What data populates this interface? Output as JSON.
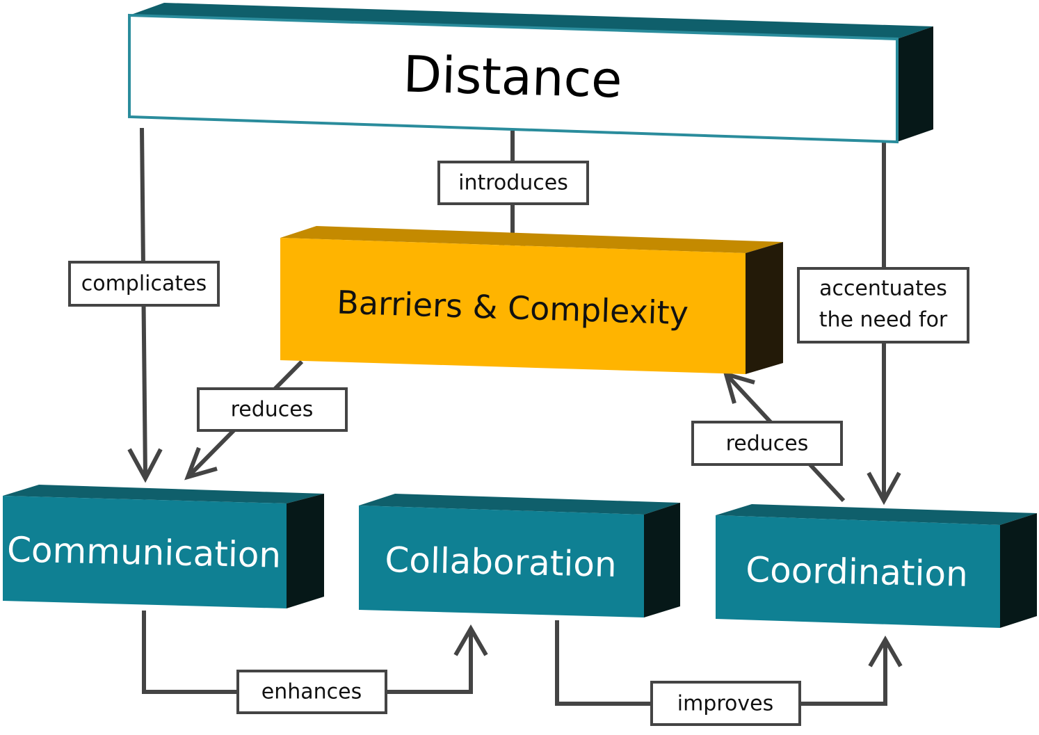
{
  "nodes": {
    "distance": {
      "label": "Distance"
    },
    "barriers": {
      "label": "Barriers & Complexity"
    },
    "communication": {
      "label": "Communication"
    },
    "collaboration": {
      "label": "Collaboration"
    },
    "coordination": {
      "label": "Coordination"
    }
  },
  "edges": {
    "introduces": {
      "label": "introduces"
    },
    "complicates": {
      "label": "complicates"
    },
    "accentuates": {
      "line1": "accentuates",
      "line2": "the need for"
    },
    "reduces_left": {
      "label": "reduces"
    },
    "reduces_right": {
      "label": "reduces"
    },
    "enhances": {
      "label": "enhances"
    },
    "improves": {
      "label": "improves"
    }
  },
  "colors": {
    "teal_front": "#0f8093",
    "teal_top": "#0f5f6b",
    "teal_side": "#061818",
    "orange_front": "#ffb400",
    "orange_top": "#c48a00",
    "orange_side": "#231a08",
    "distance_border": "#2a8c9c",
    "line": "#444444"
  }
}
